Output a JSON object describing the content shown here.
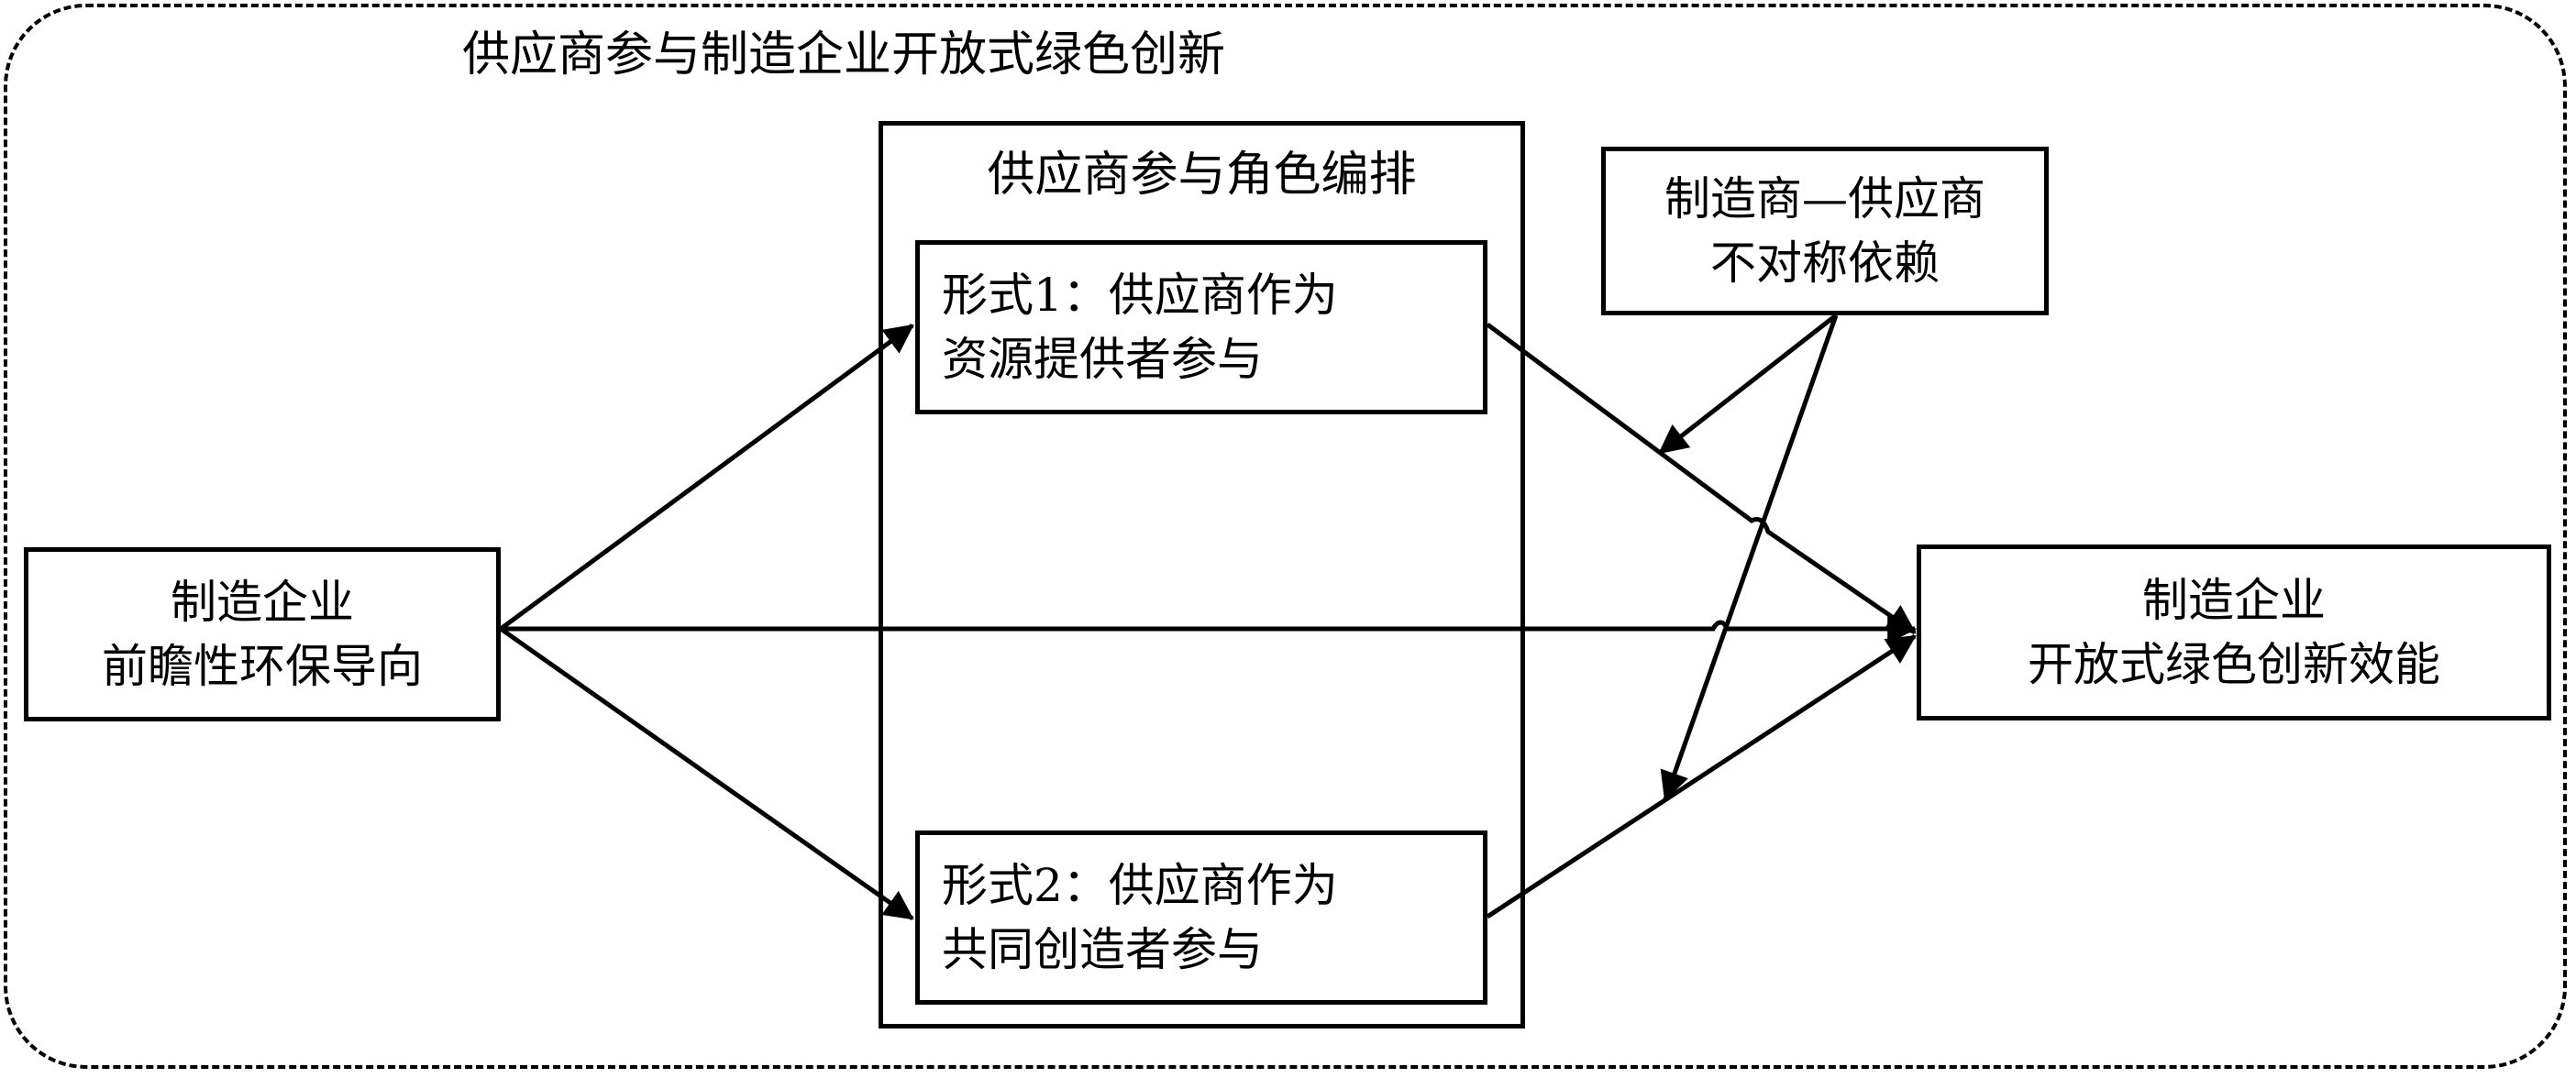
{
  "outer_title": "供应商参与制造企业开放式绿色创新",
  "antecedent": {
    "line1": "制造企业",
    "line2": "前瞻性环保导向"
  },
  "role_orchestration": {
    "title": "供应商参与角色编排",
    "form1": {
      "line1": "形式1：供应商作为",
      "line2": "资源提供者参与"
    },
    "form2": {
      "line1": "形式2：供应商作为",
      "line2": "共同创造者参与"
    }
  },
  "moderator": {
    "line1": "制造商—供应商",
    "line2": "不对称依赖"
  },
  "outcome": {
    "line1": "制造企业",
    "line2": "开放式绿色创新效能"
  }
}
